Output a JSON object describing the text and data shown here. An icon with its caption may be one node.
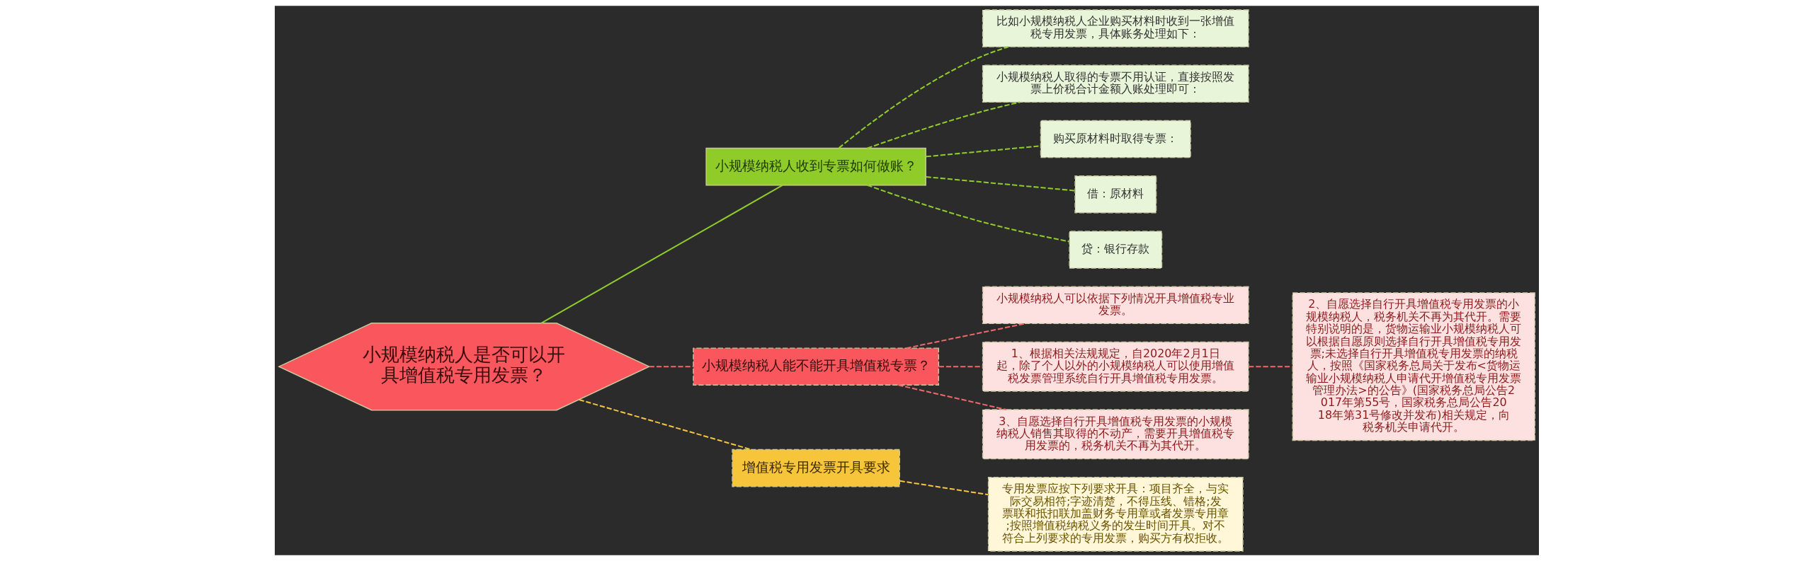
{
  "diagram": {
    "nodes": [
      {
        "text": [
          "小规模纳税人是否可以开具增值税专用发票？"
        ]
      },
      {
        "text": [
          "小规模纳税人收到专票如何做账？"
        ]
      },
      {
        "text": [
          "比如小规模纳税人企业购买材料时收到一张增值税专用发票，具体账务处理如下："
        ]
      },
      {
        "text": [
          "小规模纳税人取得的专票不用认证，直接按照发票上价税合计金额入账处理即可："
        ]
      },
      {
        "text": [
          "购买原材料时取得专票："
        ]
      },
      {
        "text": [
          "借：原材料"
        ]
      },
      {
        "text": [
          "贷：银行存款"
        ]
      },
      {
        "text": [
          "小规模纳税人能不能开具增值税专票？"
        ]
      },
      {
        "text": [
          "小规模纳税人可以依据下列情况开具增值税专业发票。"
        ]
      },
      {
        "text": [
          "1、根据相关法规规定，自2020年2月1日起，除了个人以外的小规模纳税人可以使用增值税发票管理系统自行开具增值税专用发票。"
        ]
      },
      {
        "text": [
          "2、自愿选择自行开具增值税专用发票的小规模纳税人，税务机关不再为其代开。需要特别说明的是，货物运输业小规模纳税人可以根据自愿原则选择自行开具增值税专用发票;未选择自行开具增值税专用发票的纳税人，按照《国家税务总局关于发布<货物运输业小规模纳税人申请代开增值税专用发票管理办法>的公告》(国家税务总局公告2017年第55号，国家税务总局公告2018年第31号修改并发布)相关规定，向税务机关申请代开。"
        ]
      },
      {
        "text": [
          "3、自愿选择自行开具增值税专用发票的小规模纳税人销售其取得的不动产，需要开具增值税专用发票的，税务机关不再为其代开。"
        ]
      },
      {
        "text": [
          "增值税专用发票开具要求"
        ]
      },
      {
        "text": [
          "专用发票应按下列要求开具：项目齐全，与实际交易相符;字迹清楚，不得压线、错格;发票联和抵扣联加盖财务专用章或者发票专用章;按照增值税纳税义务的发生时间开具。对不符合上列要求的专用发票，购买方有权拒收。"
        ]
      }
    ],
    "edges": [
      {
        "from": 0,
        "to": 1,
        "arrow": "none"
      },
      {
        "from": 1,
        "to": 2,
        "arrow": "none",
        "style": "dashed"
      },
      {
        "from": 1,
        "to": 3,
        "arrow": "none",
        "style": "dashed"
      },
      {
        "from": 1,
        "to": 4,
        "arrow": "none",
        "style": "dashed"
      },
      {
        "from": 1,
        "to": 5,
        "arrow": "none",
        "style": "dashed"
      },
      {
        "from": 1,
        "to": 6,
        "arrow": "none",
        "style": "dashed"
      },
      {
        "from": 0,
        "to": 7,
        "arrow": "none",
        "style": "dashed",
        "color": "#f0686c"
      },
      {
        "from": 7,
        "to": 8,
        "arrow": "none",
        "style": "dashed",
        "color": "#f0686c"
      },
      {
        "from": 7,
        "to": 9,
        "arrow": "none",
        "style": "dashed",
        "color": "#f0686c"
      },
      {
        "from": 9,
        "to": 10,
        "arrow": "none",
        "style": "dashed",
        "color": "#f0686c"
      },
      {
        "from": 7,
        "to": 11,
        "arrow": "none",
        "style": "dashed",
        "color": "#f0686c"
      },
      {
        "from": 0,
        "to": 12,
        "arrow": "none",
        "style": "dashed",
        "color": "#f5c542"
      },
      {
        "from": 12,
        "to": 13,
        "arrow": "none",
        "style": "dashed",
        "color": "#f5c542"
      }
    ]
  }
}
